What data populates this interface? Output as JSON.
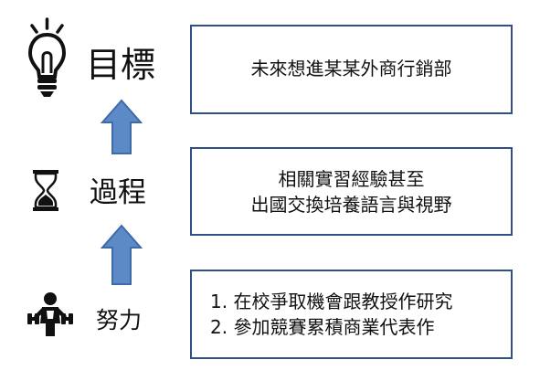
{
  "stages": {
    "goal": {
      "label": "目標",
      "icon": "lightbulb-icon",
      "text": "未來想進某某外商行銷部"
    },
    "process": {
      "label": "過程",
      "icon": "hourglass-icon",
      "lines": [
        "相關實習經驗甚至",
        "出國交換培養語言與視野"
      ]
    },
    "effort": {
      "label": "努力",
      "icon": "weightlifter-icon",
      "items": [
        "1. 在校爭取機會跟教授作研究",
        "2. 參加競賽累積商業代表作"
      ]
    }
  },
  "colors": {
    "arrow_fill": "#5b8ac6",
    "arrow_stroke": "#3d6aa8",
    "box_border": "#2f4f86",
    "icon": "#111111"
  }
}
